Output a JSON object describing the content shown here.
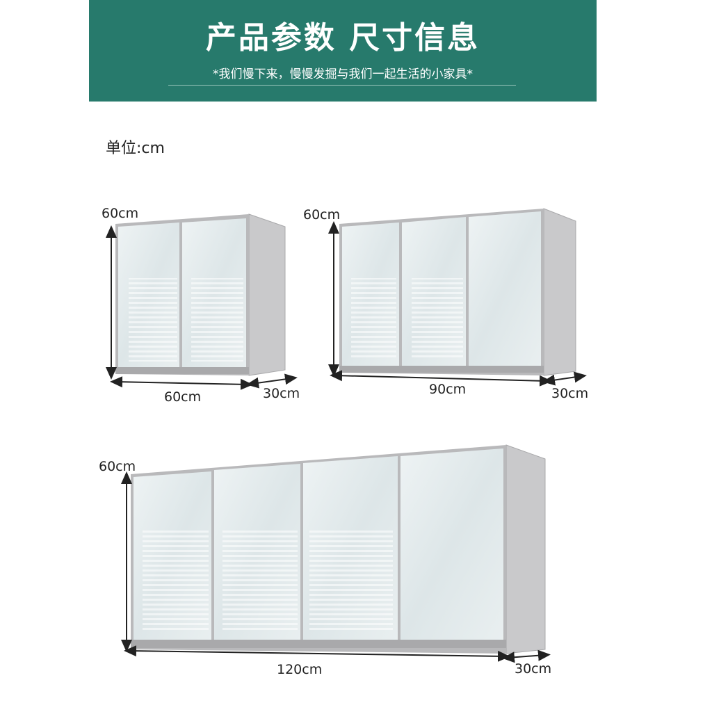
{
  "header": {
    "title": "产品参数 尺寸信息",
    "subtitle": "*我们慢下来，慢慢发掘与我们一起生活的小家具*"
  },
  "unit_label": "单位:cm",
  "cabinets": [
    {
      "height": "60cm",
      "width": "60cm",
      "depth": "30cm",
      "doors": 2
    },
    {
      "height": "60cm",
      "width": "90cm",
      "depth": "30cm",
      "doors": 3
    },
    {
      "height": "60cm",
      "width": "120cm",
      "depth": "30cm",
      "doors": 4
    }
  ],
  "colors": {
    "banner": "#277a6c",
    "glass": "#dfe8e9",
    "frame": "#b7b7b9"
  }
}
